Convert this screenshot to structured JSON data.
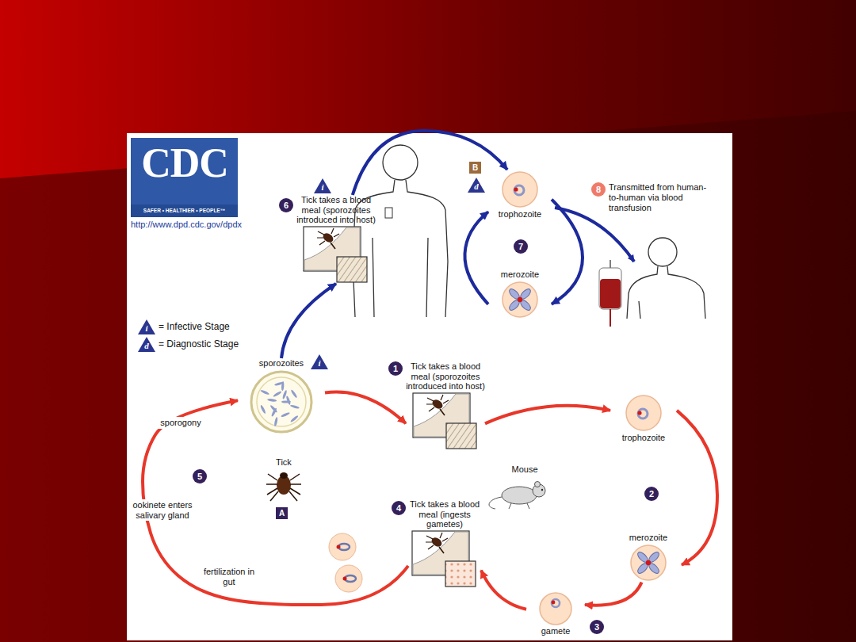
{
  "diagram": {
    "nodes": [
      {
        "text": [
          "trophozoite"
        ]
      },
      {
        "text": [
          "merozoite"
        ]
      },
      {
        "text": [
          "Tick takes a blood meal (sporozoites introduced into host)"
        ]
      },
      {
        "text": [
          "sporozoites"
        ]
      },
      {
        "text": [
          "Tick takes a blood meal (sporozoites introduced into host)"
        ]
      },
      {
        "text": [
          "trophozoite"
        ]
      },
      {
        "text": [
          "merozoite"
        ]
      },
      {
        "text": [
          "gamete"
        ]
      },
      {
        "text": [
          "Tick takes a blood meal (ingests gametes)"
        ]
      }
    ],
    "edges": [
      {
        "from": 3,
        "to": 2,
        "arrow": "to"
      },
      {
        "from": 2,
        "to": 0,
        "arrow": "to"
      },
      {
        "from": 0,
        "to": 1,
        "arrow": "to"
      },
      {
        "from": 1,
        "to": 0,
        "arrow": "to"
      },
      {
        "from": 3,
        "to": 4,
        "arrow": "to"
      },
      {
        "from": 4,
        "to": 5,
        "arrow": "to"
      },
      {
        "from": 5,
        "to": 6,
        "arrow": "to"
      },
      {
        "from": 6,
        "to": 7,
        "arrow": "to"
      },
      {
        "from": 7,
        "to": 8,
        "arrow": "to"
      },
      {
        "from": 8,
        "to": 3,
        "arrow": "to"
      }
    ],
    "labels": [
      "CDC",
      "SAFER • HEALTHIER • PEOPLE™",
      "http://www.dpd.cdc.gov/dpdx",
      "i",
      "6",
      "B",
      "d",
      "7",
      "8",
      "Transmitted from human-to-human via blood transfusion",
      "i",
      "d",
      "i",
      "1",
      "Mouse",
      "2",
      "3",
      "4",
      "Tick",
      "A",
      "5",
      "sporogony",
      "ookinete enters salivary gland",
      "fertilization in gut"
    ],
    "legend": [
      {
        "text": "= Infective Stage"
      },
      {
        "text": "= Diagnostic Stage"
      }
    ]
  }
}
